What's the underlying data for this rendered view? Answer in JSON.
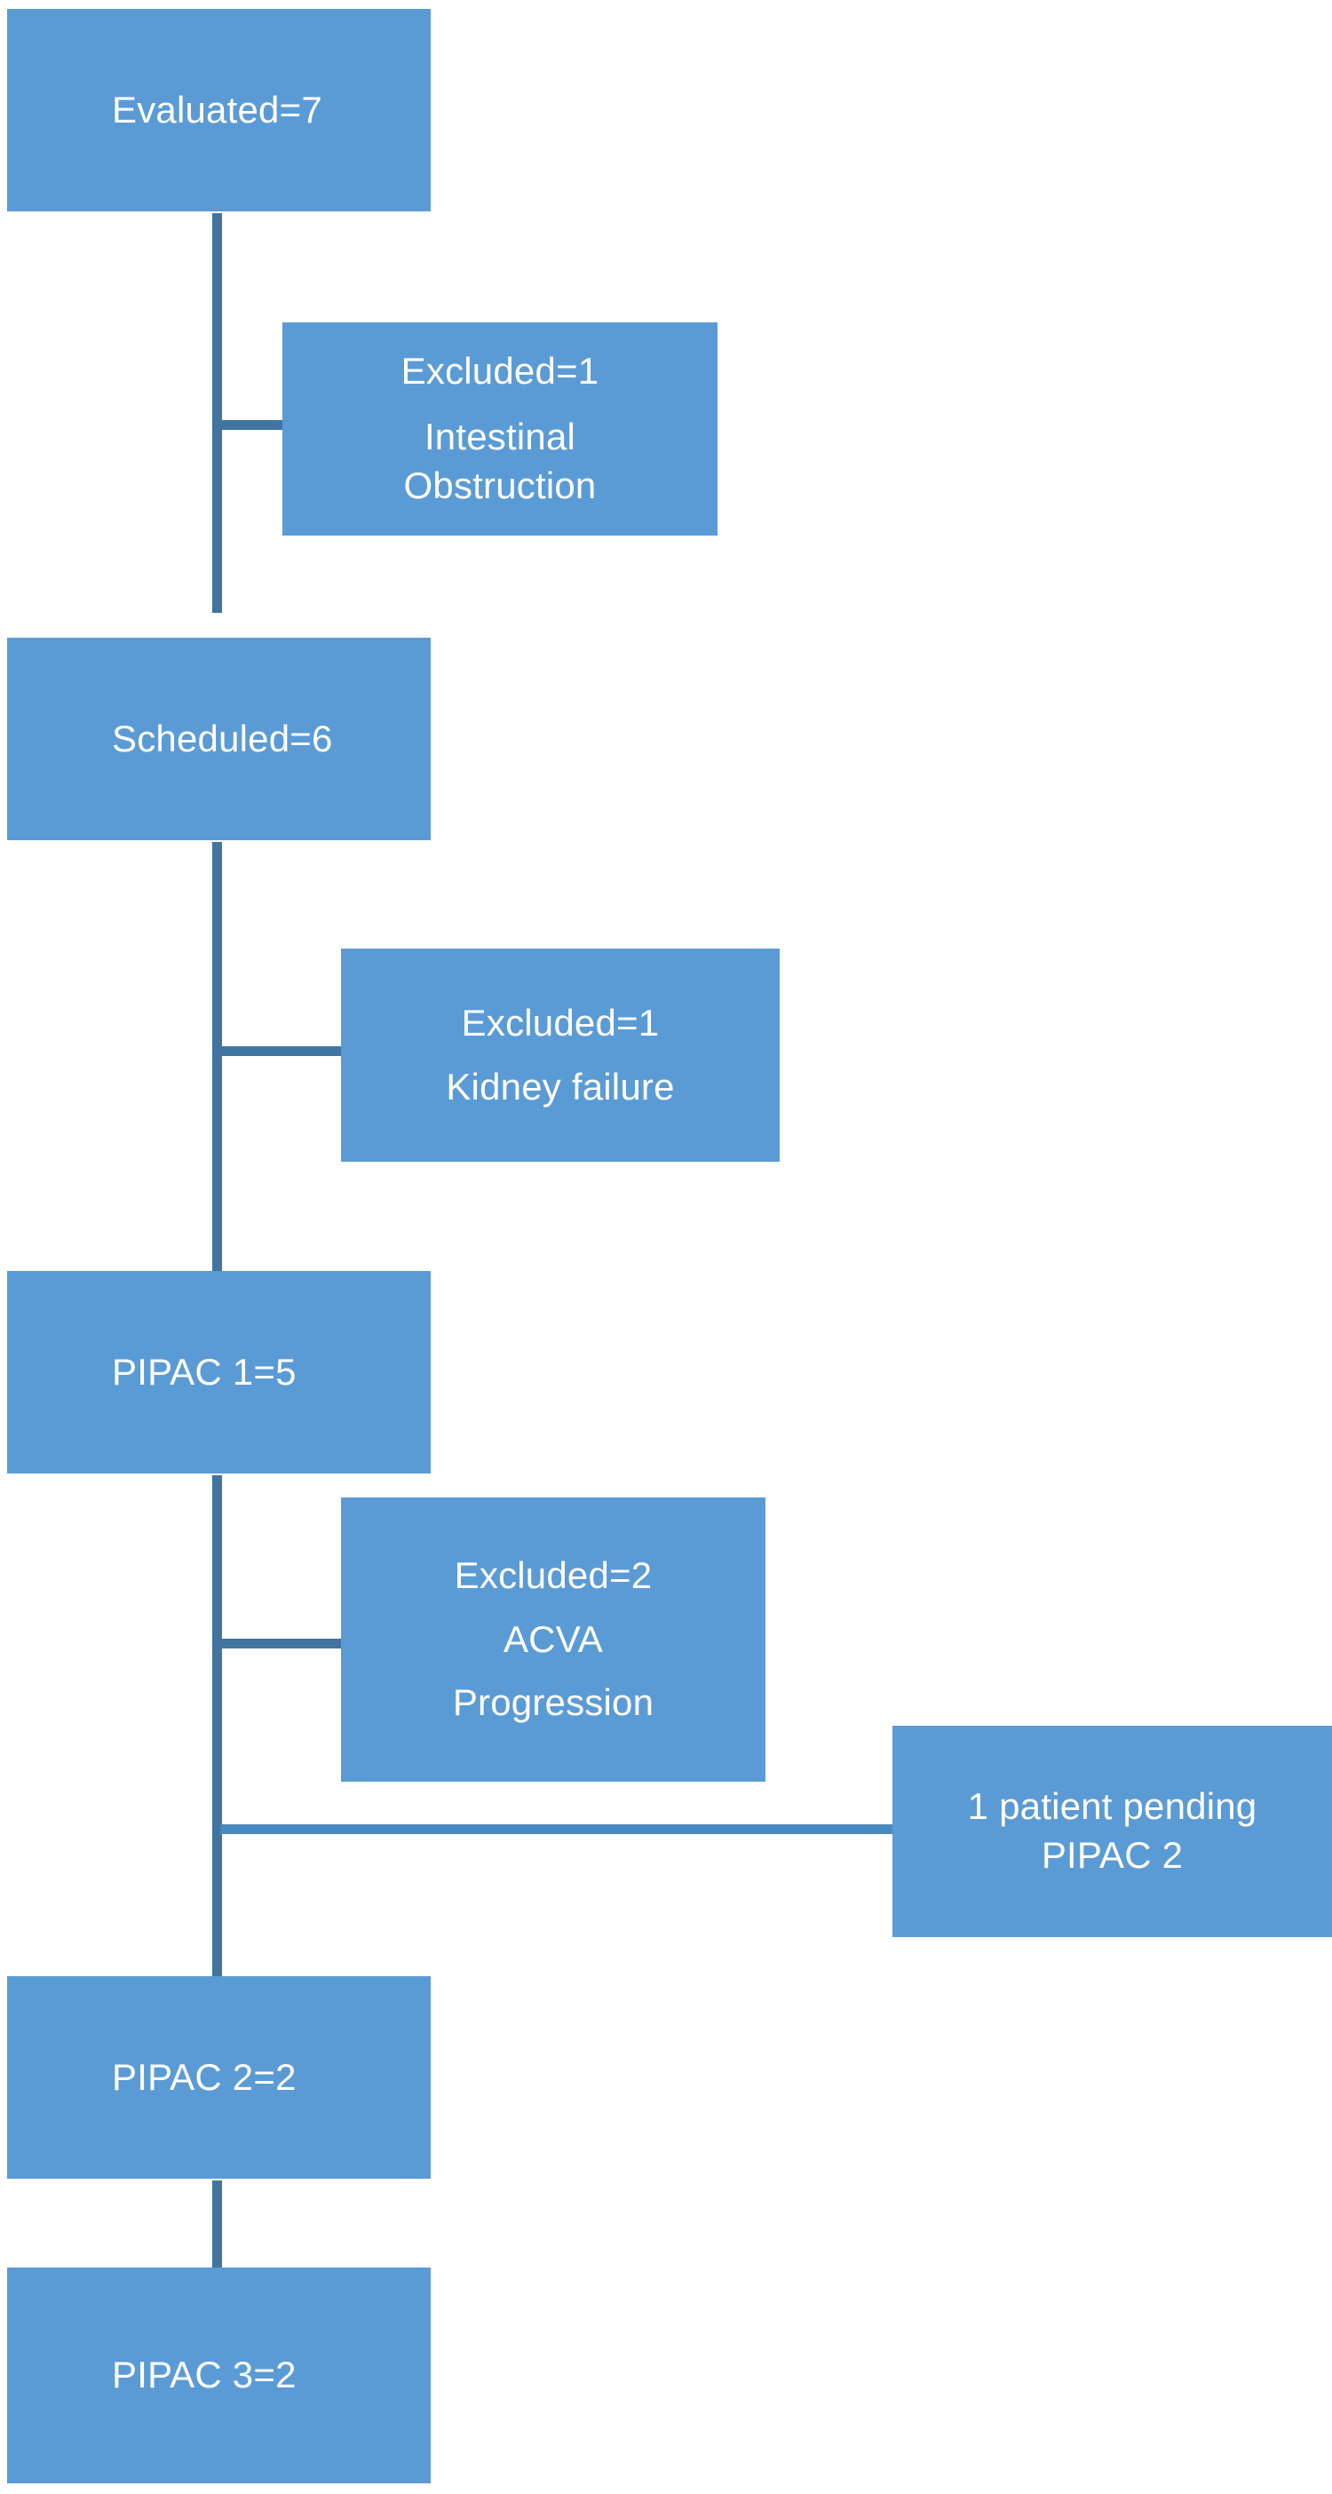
{
  "chart_data": {
    "type": "diagram",
    "title": "PIPAC patient flow diagram",
    "orientation": "top-to-bottom",
    "palette": {
      "node_fill": "#5b9bd5",
      "node_text": "#ffffff",
      "connector": "#41759f",
      "background": "#ffffff"
    },
    "nodes": [
      {
        "id": "evaluated",
        "kind": "main",
        "lines": [
          "Evaluated=7"
        ]
      },
      {
        "id": "excluded1",
        "kind": "exclusion",
        "lines": [
          "Excluded=1",
          "Intestinal",
          "Obstruction"
        ]
      },
      {
        "id": "scheduled",
        "kind": "main",
        "lines": [
          "Scheduled=6"
        ]
      },
      {
        "id": "excluded2",
        "kind": "exclusion",
        "lines": [
          "Excluded=1",
          "Kidney failure"
        ]
      },
      {
        "id": "pipac1",
        "kind": "main",
        "lines": [
          "PIPAC 1=5"
        ]
      },
      {
        "id": "excluded3",
        "kind": "exclusion",
        "lines": [
          "Excluded=2",
          "ACVA",
          "Progression"
        ]
      },
      {
        "id": "pending",
        "kind": "side",
        "lines": [
          "1 patient pending",
          "PIPAC 2"
        ]
      },
      {
        "id": "pipac2",
        "kind": "main",
        "lines": [
          "PIPAC 2=2"
        ]
      },
      {
        "id": "pipac3",
        "kind": "main",
        "lines": [
          "PIPAC 3=2"
        ]
      }
    ],
    "edges": [
      {
        "from": "evaluated",
        "to": "scheduled",
        "type": "vertical"
      },
      {
        "from": "evaluated",
        "to": "excluded1",
        "type": "branch-right"
      },
      {
        "from": "scheduled",
        "to": "pipac1",
        "type": "vertical"
      },
      {
        "from": "scheduled",
        "to": "excluded2",
        "type": "branch-right"
      },
      {
        "from": "pipac1",
        "to": "pipac2",
        "type": "vertical"
      },
      {
        "from": "pipac1",
        "to": "excluded3",
        "type": "branch-right"
      },
      {
        "from": "pipac1",
        "to": "pending",
        "type": "branch-right-long"
      },
      {
        "from": "pipac2",
        "to": "pipac3",
        "type": "vertical"
      }
    ]
  },
  "nodes": {
    "evaluated": {
      "label": "Evaluated=7"
    },
    "excluded1": {
      "title": "Excluded=1",
      "reason_line1": "Intestinal",
      "reason_line2": "Obstruction"
    },
    "scheduled": {
      "label": "Scheduled=6"
    },
    "excluded2": {
      "title": "Excluded=1",
      "reason_line1": "Kidney failure"
    },
    "pipac1": {
      "label": "PIPAC 1=5"
    },
    "excluded3": {
      "title": "Excluded=2",
      "reason_line1": "ACVA",
      "reason_line2": "Progression"
    },
    "pending": {
      "line1": "1 patient pending",
      "line2": "PIPAC 2"
    },
    "pipac2": {
      "label": "PIPAC 2=2"
    },
    "pipac3": {
      "label": "PIPAC 3=2"
    }
  }
}
